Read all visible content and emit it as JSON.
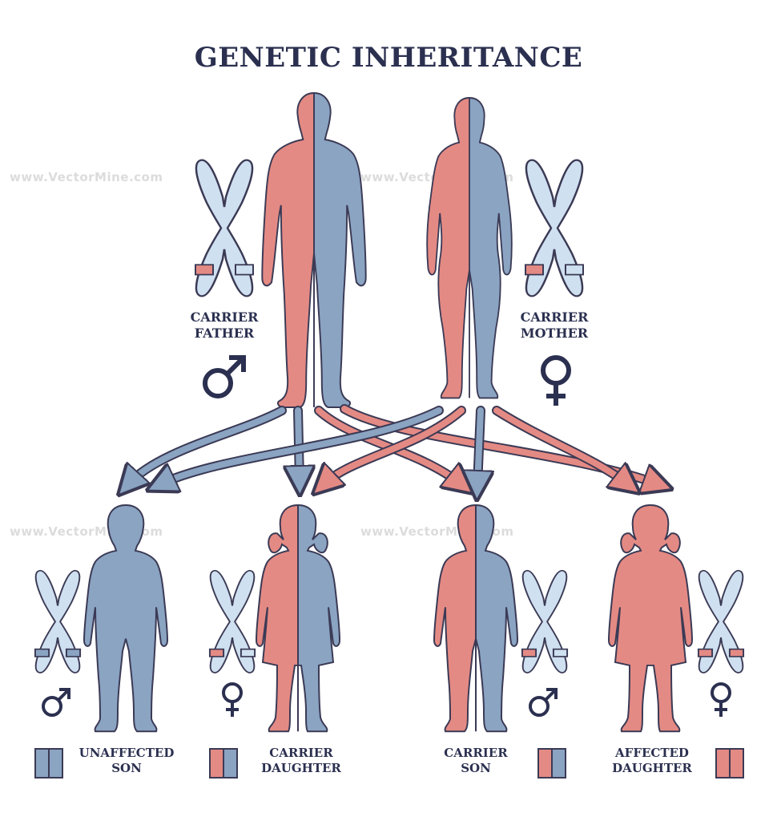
{
  "title": "GENETIC INHERITANCE",
  "parents": {
    "father": {
      "line1": "CARRIER",
      "line2": "FATHER",
      "symbol": "male-symbol"
    },
    "mother": {
      "line1": "CARRIER",
      "line2": "MOTHER",
      "symbol": "female-symbol"
    }
  },
  "children": [
    {
      "line1": "UNAFFECTED",
      "line2": "SON",
      "status": "unaffected",
      "sex": "male"
    },
    {
      "line1": "CARRIER",
      "line2": "DAUGHTER",
      "status": "carrier",
      "sex": "female"
    },
    {
      "line1": "CARRIER",
      "line2": "SON",
      "status": "carrier",
      "sex": "male"
    },
    {
      "line1": "AFFECTED",
      "line2": "DAUGHTER",
      "status": "affected",
      "sex": "female"
    }
  ],
  "watermark": "www.VectorMine.com",
  "colors": {
    "dark": "#2b3050",
    "pink": "#e48a84",
    "blue": "#8aa4c2",
    "light_blue": "#cfe0f0",
    "outline": "#3b3a55"
  }
}
